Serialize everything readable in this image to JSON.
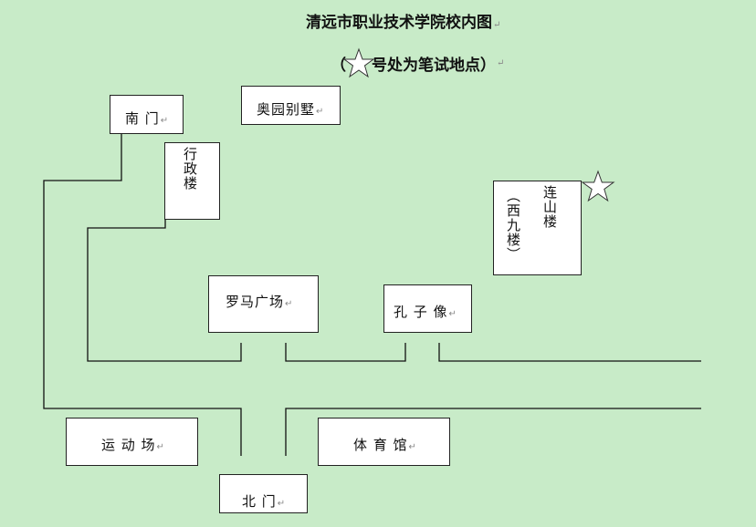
{
  "title": "清远市职业技术学院校内图",
  "subtitle": {
    "open": "（",
    "text": "号处为笔试地点）",
    "marker_icon": "star-icon"
  },
  "paragraph_mark": "↵",
  "buildings": {
    "south_gate": "南  门",
    "villa": "奥园别墅",
    "admin": "行政楼",
    "lianshan": "连山楼",
    "xijiu": "（西九楼）",
    "roman_square": "罗马广场",
    "confucius": "孔 子 像",
    "sports_field": "运 动 场",
    "gym": "体 育 馆",
    "north_gate": "北  门"
  },
  "exam_marker": {
    "building": "连山楼",
    "icon": "star-icon"
  },
  "colors": {
    "background": "#c8ebc8",
    "box": "#ffffff",
    "line": "#111111"
  }
}
